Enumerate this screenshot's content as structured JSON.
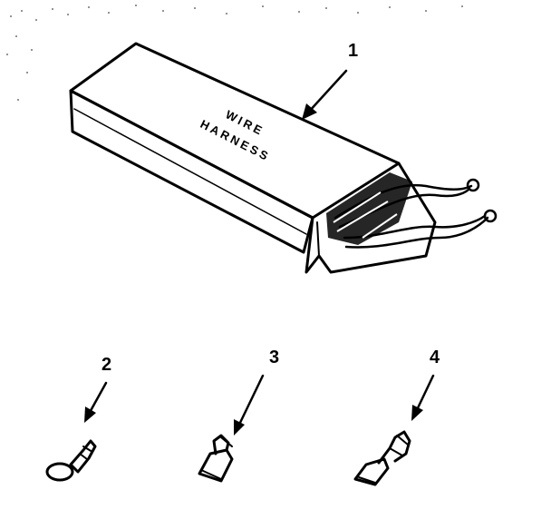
{
  "diagram": {
    "box_label_line1": "WIRE",
    "box_label_line2": "HARNESS",
    "callouts": [
      {
        "number": "1",
        "part": "wire-harness"
      },
      {
        "number": "2",
        "part": "ring-terminal"
      },
      {
        "number": "3",
        "part": "spade-terminal"
      },
      {
        "number": "4",
        "part": "flag-terminal"
      }
    ]
  }
}
